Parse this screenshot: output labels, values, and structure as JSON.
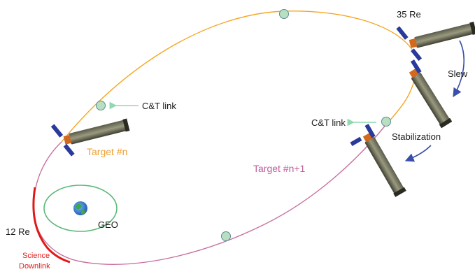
{
  "labels": {
    "apogee": "35 Re",
    "perigee": "12 Re",
    "slew": "Slew",
    "stabilization": "Stabilization",
    "ct_link_upper": "C&T link",
    "ct_link_right": "C&T link",
    "target_n": "Target #n",
    "target_n1": "Target #n+1",
    "geo": "GEO",
    "science_line1": "Science",
    "science_line2": "Downlink"
  },
  "colors": {
    "orbit_target_n": "#f5a623",
    "orbit_target_n1": "#c8709e",
    "science_downlink_arc": "#e01818",
    "ct_link_arrow": "#8fd8b0",
    "slew_arrow": "#3a50a8",
    "geo_ring": "#5cb878",
    "ground_station_fill": "#b8e0c0"
  },
  "icons": {
    "earth": "earth-globe-icon",
    "telescope": "space-telescope-icon",
    "ground_station": "relay-node-icon"
  }
}
